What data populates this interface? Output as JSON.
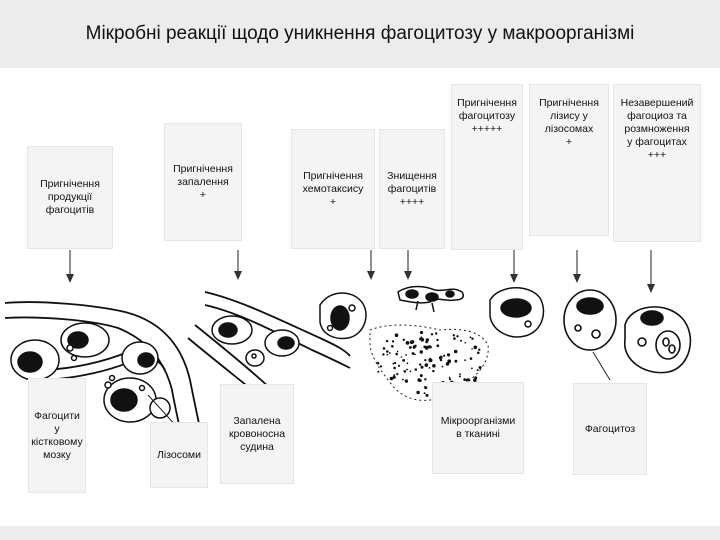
{
  "title": "Мікробні реакції щодо уникнення фагоцитозу у макроорганізмі",
  "labels": {
    "production": "Пригнічення\nпродукції\nфагоцитів",
    "inflammation": "Пригнічення\nзапалення\n+",
    "chemotaxis": "Пригнічення\nхемотаксису\n+",
    "destruction": "Знищення\nфагоцитів\n++++",
    "phagocytosis_inhibition": "Пригнічення\nфагоцитозу\n+++++",
    "lysis": "Пригнічення\nлізису у\nлізосомах\n+",
    "incomplete": "Незавершений\nфагоциоз та\nрозмноження\nу фагоцитах\n+++",
    "bone_marrow": "Фагоцити\nу\nкістковому\nмозку",
    "lysosomes": "Лізосоми",
    "vessel": "Запалена\nкровоносна\nсудина",
    "microbes": "Мікроорганізми\nв тканині",
    "phagocytosis": "Фагоцитоз"
  }
}
